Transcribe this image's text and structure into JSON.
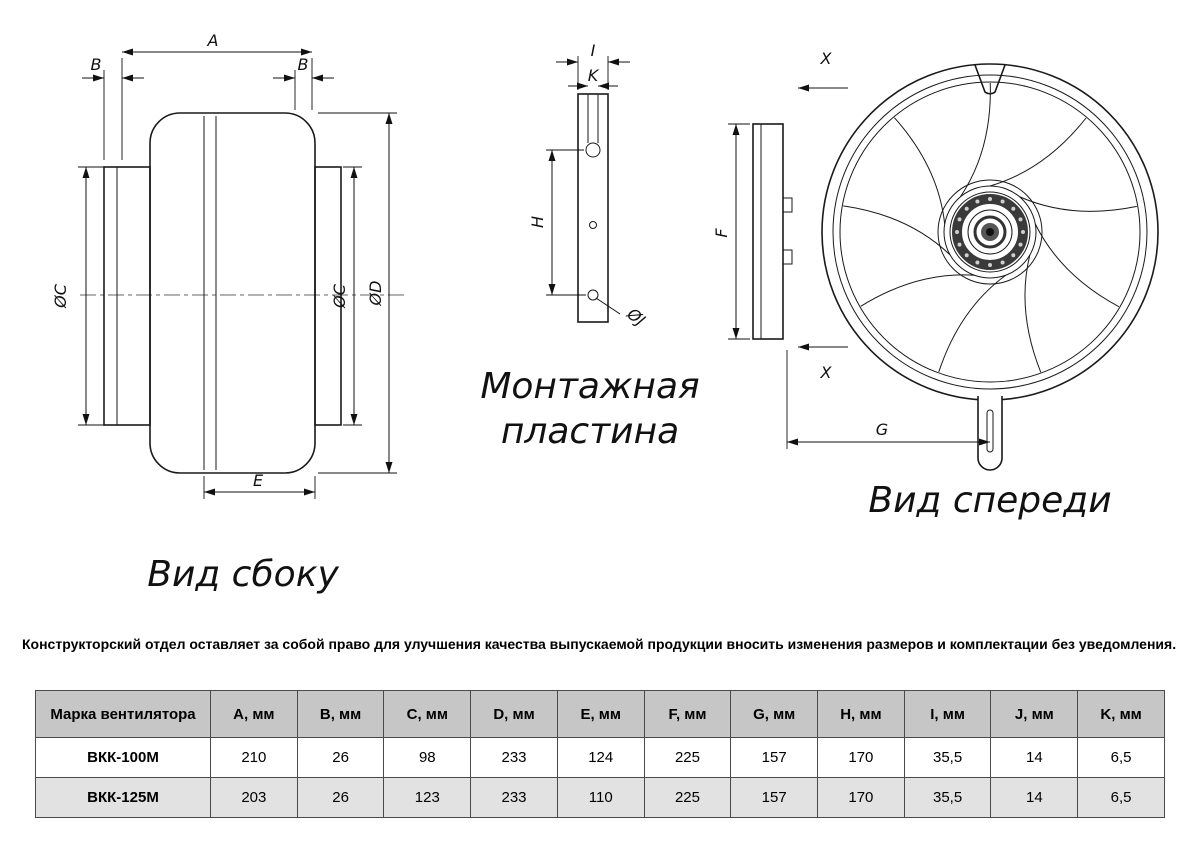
{
  "drawing": {
    "side_view_label": "Вид сбоку",
    "mounting_plate_label_line1": "Монтажная",
    "mounting_plate_label_line2": "пластина",
    "front_view_label": "Вид спереди",
    "dims": {
      "A": "A",
      "B": "B",
      "C": "ØC",
      "D": "ØD",
      "E": "E",
      "F": "F",
      "G": "G",
      "H": "H",
      "I": "I",
      "J": "ØJ",
      "K": "K",
      "X": "X"
    }
  },
  "note": "Конструкторский отдел оставляет за собой право для улучшения качества выпускаемой продукции вносить изменения размеров и комплектации без уведомления.",
  "table": {
    "headers": [
      "Марка вентилятора",
      "A, мм",
      "B, мм",
      "C, мм",
      "D, мм",
      "E, мм",
      "F, мм",
      "G, мм",
      "H, мм",
      "I, мм",
      "J, мм",
      "K, мм"
    ],
    "rows": [
      [
        "ВКК-100М",
        "210",
        "26",
        "98",
        "233",
        "124",
        "225",
        "157",
        "170",
        "35,5",
        "14",
        "6,5"
      ],
      [
        "ВКК-125М",
        "203",
        "26",
        "123",
        "233",
        "110",
        "225",
        "157",
        "170",
        "35,5",
        "14",
        "6,5"
      ]
    ]
  },
  "colors": {
    "line": "#1a1a1a",
    "table_header_bg": "#c6c6c6",
    "table_alt_row_bg": "#e2e2e2"
  }
}
